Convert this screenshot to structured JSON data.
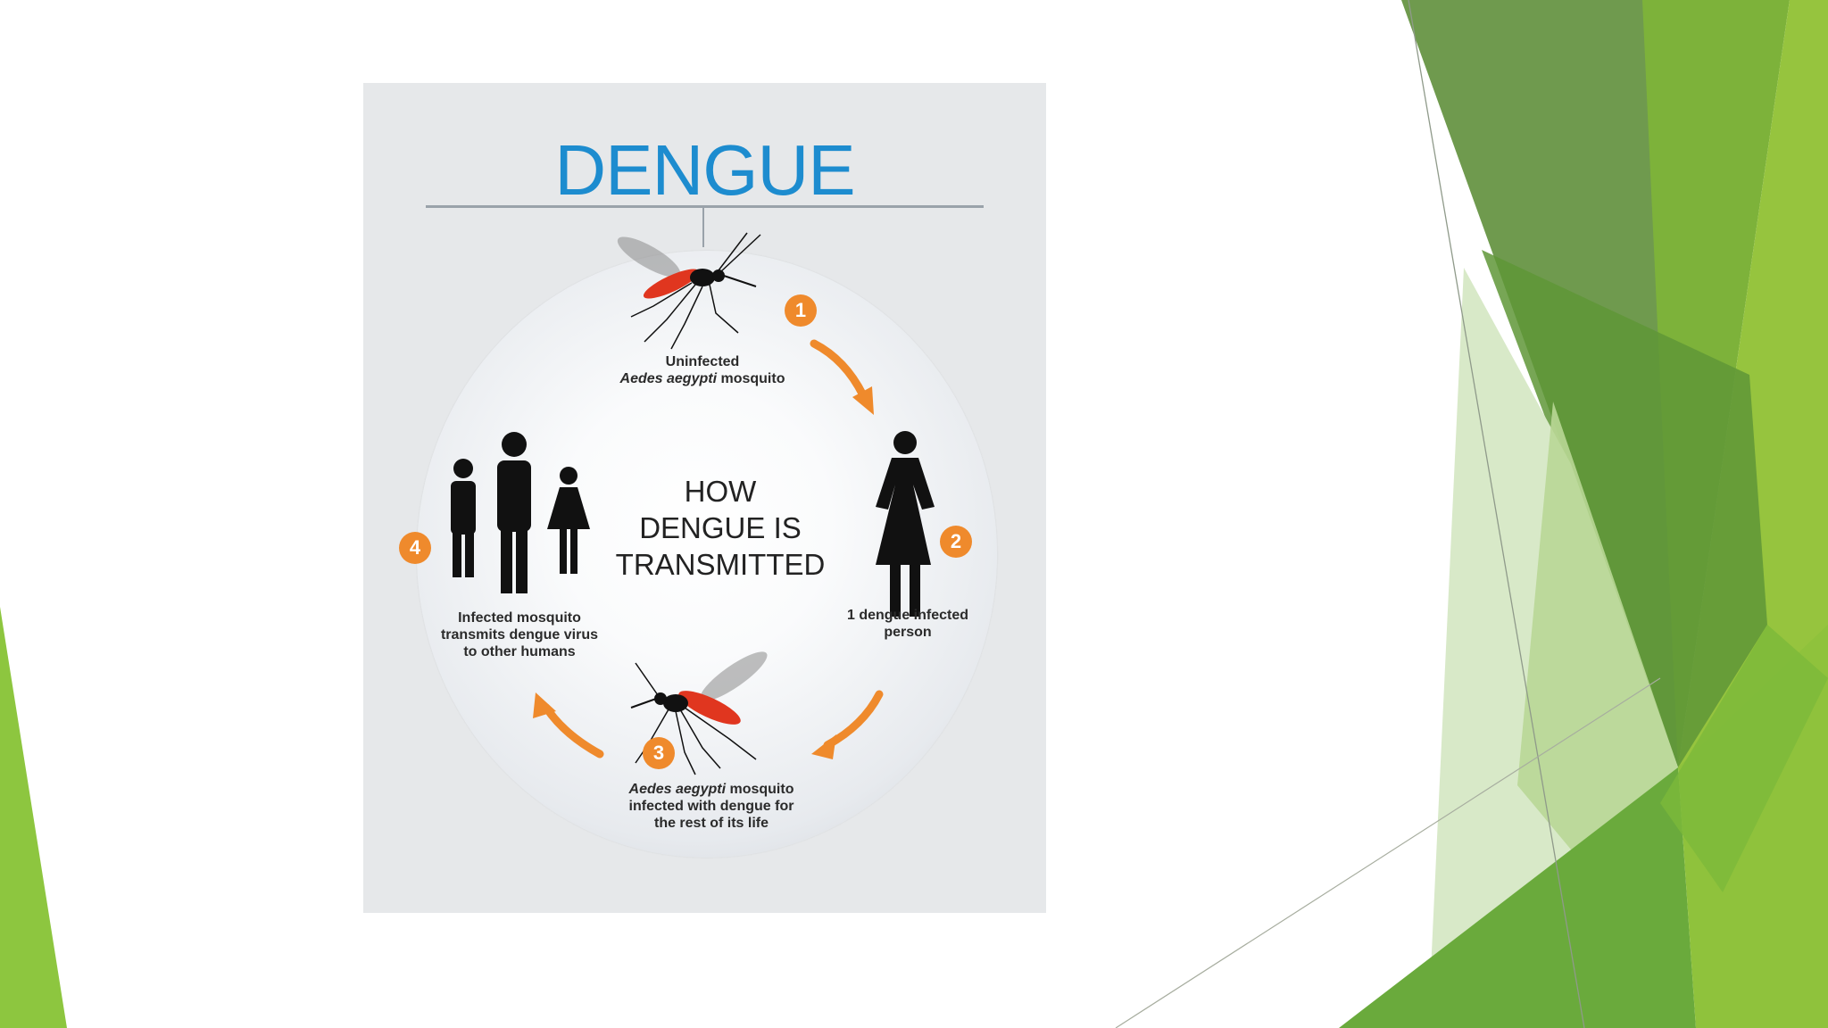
{
  "slide": {
    "accent_colors": [
      "#8cc63f",
      "#6aa43a",
      "#4e8a2a",
      "#d9ead0"
    ]
  },
  "poster": {
    "title": "DENGUE",
    "center_lines": [
      "HOW",
      "DENGUE IS",
      "TRANSMITTED"
    ],
    "steps": [
      {
        "number": "1",
        "lines": [
          "Uninfected"
        ],
        "species": "Aedes aegypti",
        "rest": "mosquito"
      },
      {
        "number": "2",
        "lines": [
          "1 dengue infected",
          "person"
        ]
      },
      {
        "number": "3",
        "species": "Aedes aegypti",
        "rest": "mosquito",
        "lines": [
          "infected with dengue for",
          "the rest of its life"
        ]
      },
      {
        "number": "4",
        "lines": [
          "Infected mosquito",
          "transmits dengue virus",
          "to other humans"
        ]
      }
    ],
    "colors": {
      "title": "#1d8ccf",
      "badge": "#ef8a2c",
      "mosquito_body": "#e0361f"
    }
  }
}
